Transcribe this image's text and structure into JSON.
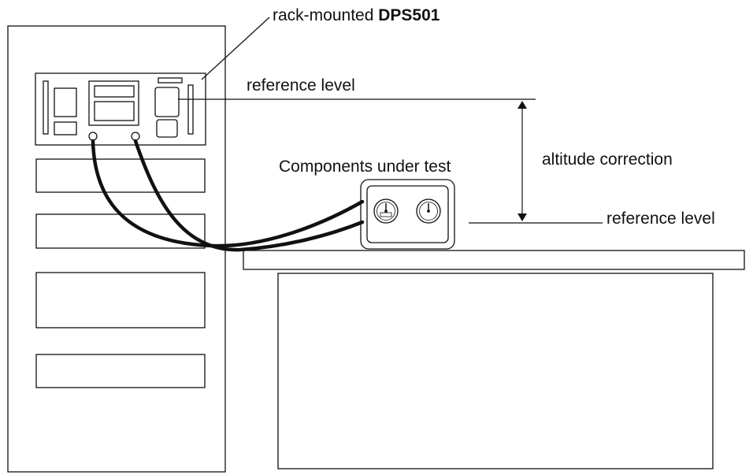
{
  "labels": {
    "device_prefix": "rack-mounted ",
    "device_name": "DPS501",
    "reference_level_top": "reference level",
    "altitude_correction": "altitude correction",
    "components": "Components under test",
    "reference_level_bottom": "reference level"
  },
  "colors": {
    "line": "#111111",
    "background": "#ffffff"
  }
}
